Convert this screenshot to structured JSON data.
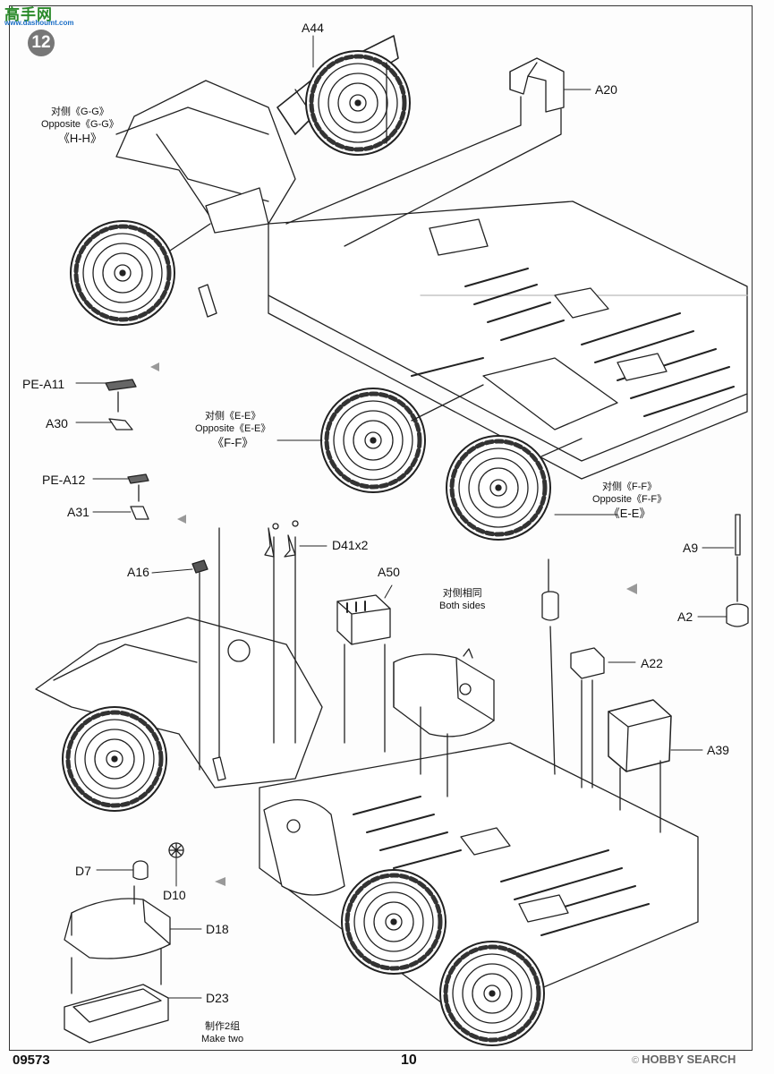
{
  "watermark": {
    "brand": "高手网",
    "url": "www.dashoumt.com"
  },
  "step_number": "12",
  "parts": {
    "a44": "A44",
    "a20": "A20",
    "pe_a11": "PE-A11",
    "a30": "A30",
    "pe_a12": "PE-A12",
    "a31": "A31",
    "d41": "D41x2",
    "a16": "A16",
    "a50": "A50",
    "a9": "A9",
    "a2": "A2",
    "a22": "A22",
    "a39": "A39",
    "d7": "D7",
    "d10": "D10",
    "d18": "D18",
    "d23": "D23"
  },
  "notes": {
    "gg": {
      "cn": "对侧《G-G》",
      "en": "Opposite《G-G》",
      "alt": "《H-H》"
    },
    "ee": {
      "cn": "对侧《E-E》",
      "en": "Opposite《E-E》",
      "alt": "《F-F》"
    },
    "ff": {
      "cn": "对侧《F-F》",
      "en": "Opposite《F-F》",
      "alt": "《E-E》"
    },
    "both": {
      "cn": "对侧相同",
      "en": "Both sides"
    },
    "make": {
      "cn": "制作2组",
      "en": "Make two"
    }
  },
  "footer": {
    "code": "09573",
    "page": "10",
    "credit_prefix": "©",
    "credit": "HOBBY SEARCH"
  }
}
